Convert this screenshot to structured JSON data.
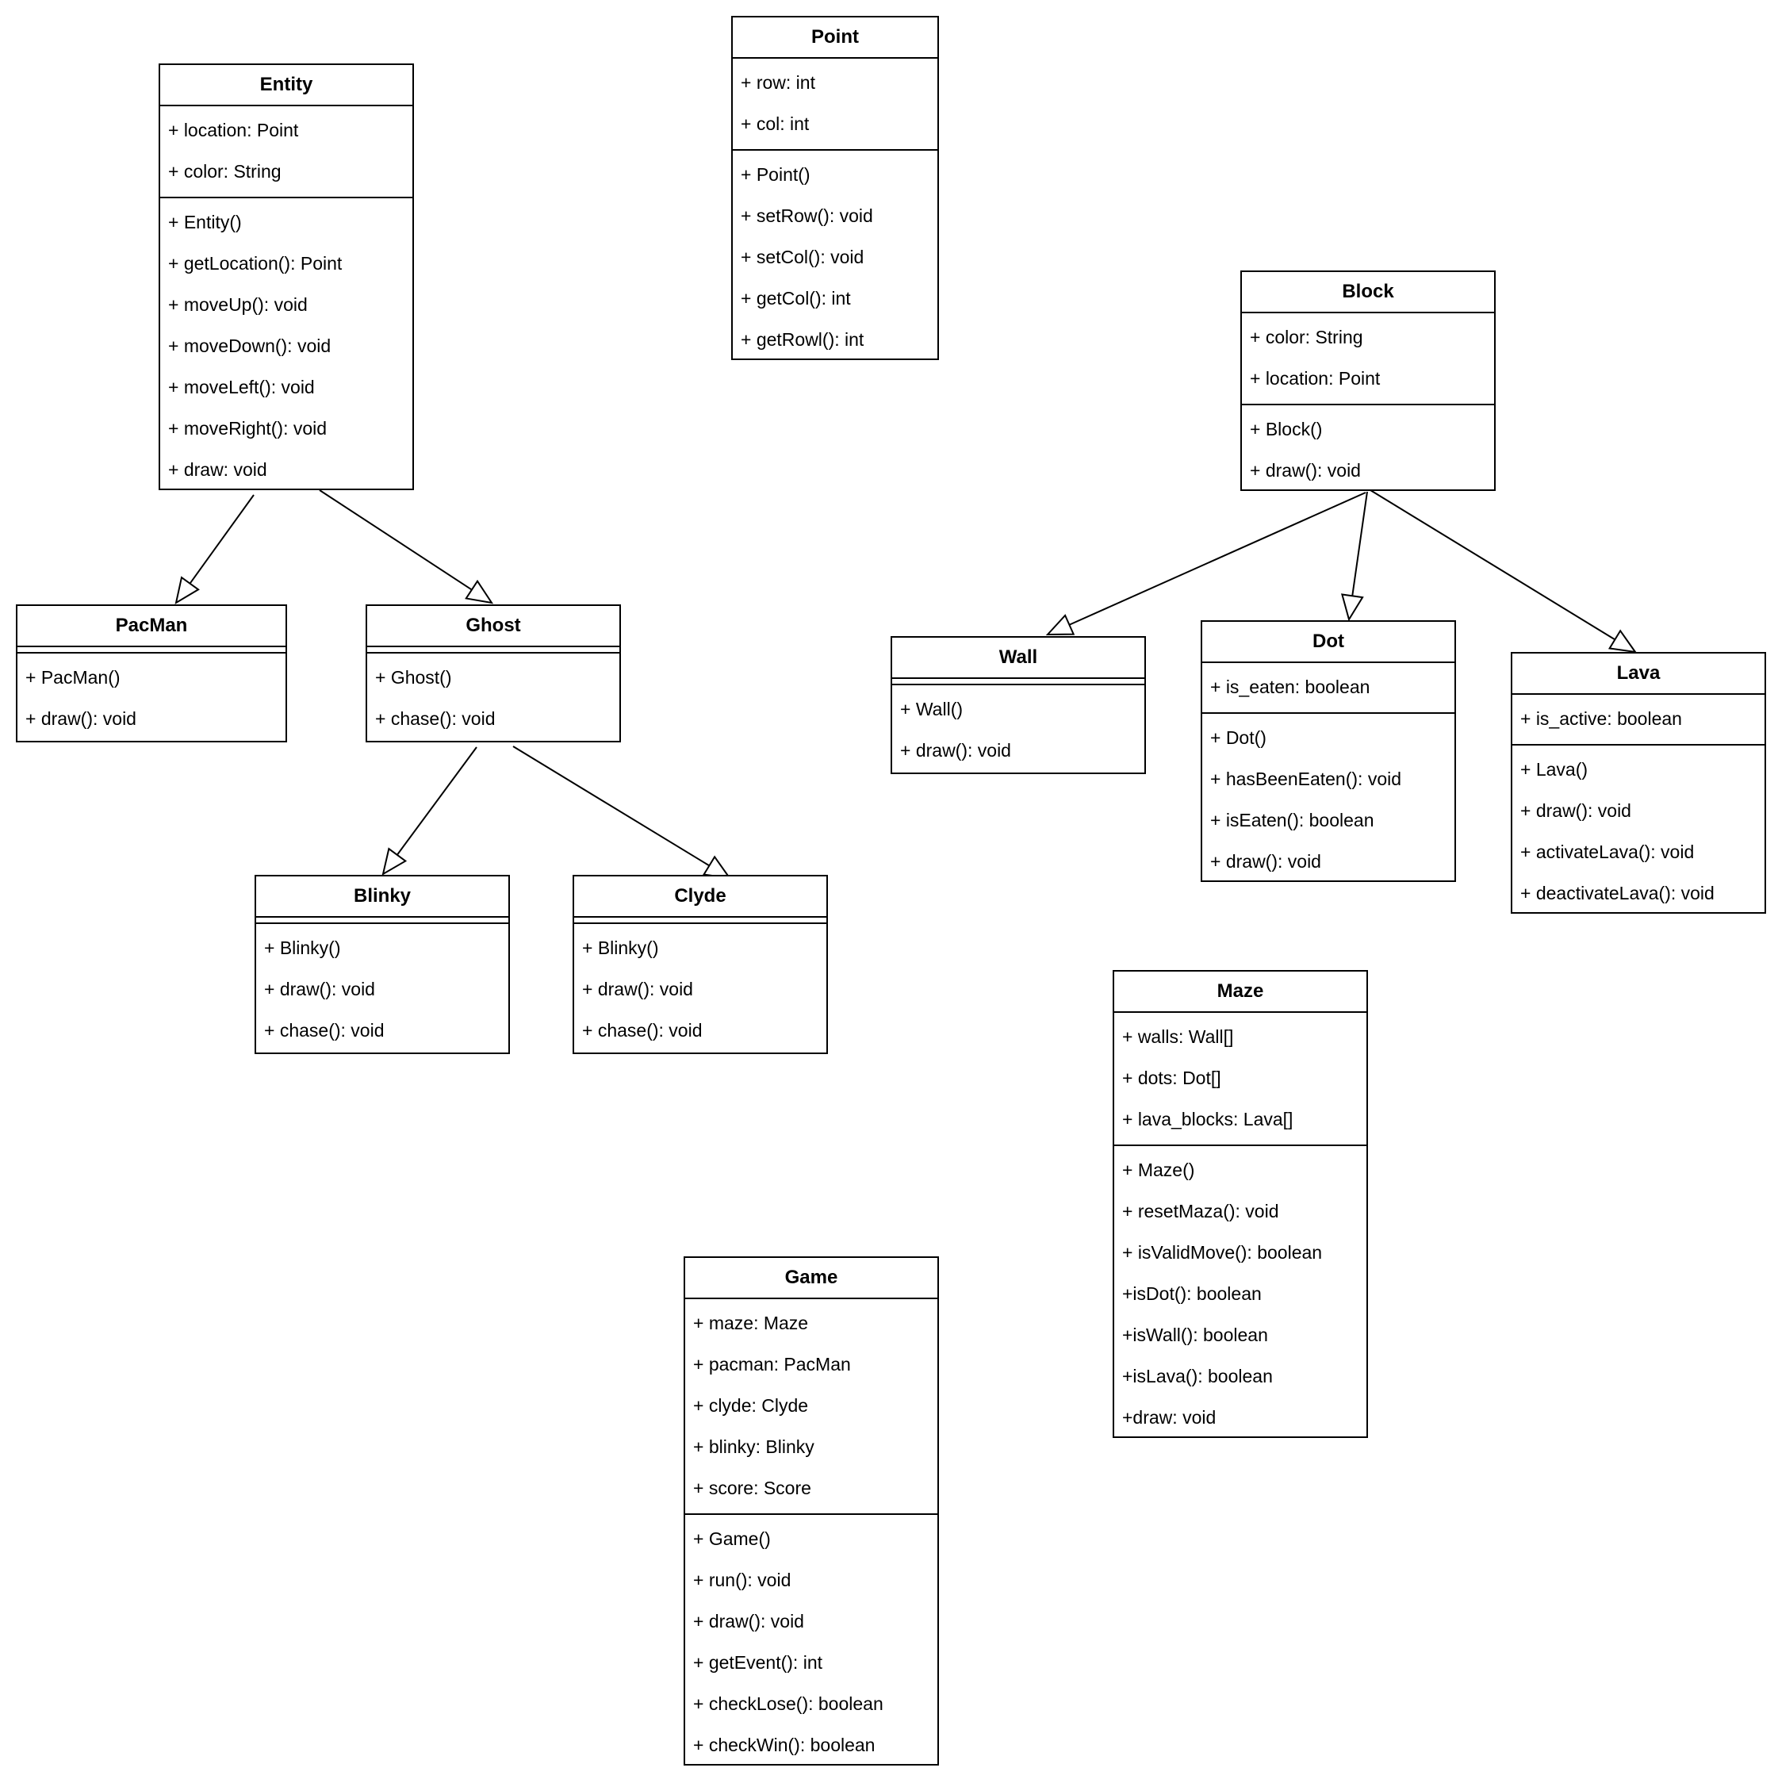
{
  "diagram": {
    "classes": [
      {
        "id": "entity",
        "name": "Entity",
        "attributes": [
          "+ location: Point",
          "+ color: String"
        ],
        "methods": [
          "+ Entity()",
          "+ getLocation(): Point",
          "+ moveUp(): void",
          "+ moveDown(): void",
          "+ moveLeft(): void",
          "+ moveRight(): void",
          "+ draw: void"
        ]
      },
      {
        "id": "point",
        "name": "Point",
        "attributes": [
          "+ row: int",
          "+ col: int"
        ],
        "methods": [
          "+ Point()",
          "+ setRow(): void",
          "+ setCol(): void",
          "+ getCol(): int",
          "+ getRowl(): int"
        ]
      },
      {
        "id": "block",
        "name": "Block",
        "attributes": [
          "+ color: String",
          "+ location: Point"
        ],
        "methods": [
          "+ Block()",
          "+ draw(): void"
        ]
      },
      {
        "id": "pacman",
        "name": "PacMan",
        "attributes": [],
        "methods": [
          "+ PacMan()",
          "+ draw(): void"
        ]
      },
      {
        "id": "ghost",
        "name": "Ghost",
        "attributes": [],
        "methods": [
          "+ Ghost()",
          "+ chase(): void"
        ]
      },
      {
        "id": "wall",
        "name": "Wall",
        "attributes": [],
        "methods": [
          "+ Wall()",
          "+ draw(): void"
        ]
      },
      {
        "id": "dot",
        "name": "Dot",
        "attributes": [
          "+ is_eaten: boolean"
        ],
        "methods": [
          "+ Dot()",
          "+ hasBeenEaten(): void",
          "+ isEaten(): boolean",
          "+ draw(): void"
        ]
      },
      {
        "id": "lava",
        "name": "Lava",
        "attributes": [
          "+ is_active: boolean"
        ],
        "methods": [
          "+ Lava()",
          "+ draw(): void",
          "+ activateLava(): void",
          "+ deactivateLava(): void"
        ]
      },
      {
        "id": "blinky",
        "name": "Blinky",
        "attributes": [],
        "methods": [
          "+ Blinky()",
          "+ draw(): void",
          "+ chase(): void"
        ]
      },
      {
        "id": "clyde",
        "name": "Clyde",
        "attributes": [],
        "methods": [
          "+ Blinky()",
          "+ draw(): void",
          "+ chase(): void"
        ]
      },
      {
        "id": "maze",
        "name": "Maze",
        "attributes": [
          "+ walls: Wall[]",
          "+ dots: Dot[]",
          "+ lava_blocks: Lava[]"
        ],
        "methods": [
          "+ Maze()",
          "+ resetMaza(): void",
          "+ isValidMove(): boolean",
          "+isDot(): boolean",
          "+isWall(): boolean",
          "+isLava(): boolean",
          "+draw: void"
        ]
      },
      {
        "id": "game",
        "name": "Game",
        "attributes": [
          "+ maze: Maze",
          "+ pacman: PacMan",
          "+ clyde: Clyde",
          "+ blinky: Blinky",
          "+ score: Score"
        ],
        "methods": [
          "+ Game()",
          "+ run(): void",
          "+ draw(): void",
          "+ getEvent(): int",
          "+ checkLose(): boolean",
          "+ checkWin(): boolean"
        ]
      }
    ],
    "generalizations": [
      {
        "child": "pacman",
        "parent": "entity"
      },
      {
        "child": "ghost",
        "parent": "entity"
      },
      {
        "child": "blinky",
        "parent": "ghost"
      },
      {
        "child": "clyde",
        "parent": "ghost"
      },
      {
        "child": "wall",
        "parent": "block"
      },
      {
        "child": "dot",
        "parent": "block"
      },
      {
        "child": "lava",
        "parent": "block"
      }
    ]
  }
}
